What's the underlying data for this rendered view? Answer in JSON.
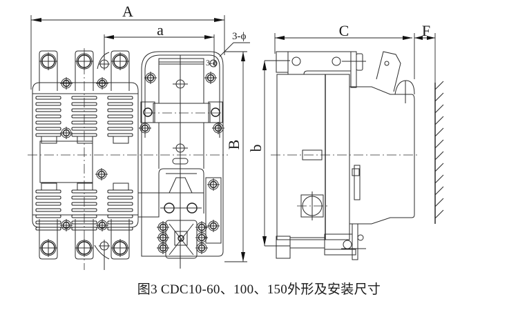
{
  "figure": {
    "caption": "图3 CDC10-60、100、150外形及安装尺寸",
    "subject": "CDC10 contactor outline and mounting dimensions"
  },
  "dimensions": {
    "overall_width": "A",
    "mount_hole_spacing_horizontal": "a",
    "mount_holes": "3-ϕ",
    "mount_holes_inner": "3-ϕ",
    "overall_height": "B",
    "mount_hole_spacing_vertical": "b",
    "depth": "C",
    "clearance": "F"
  },
  "views": {
    "front": "front-view",
    "side": "side-view"
  },
  "colors": {
    "line": "#2a2a2a",
    "background": "#ffffff"
  }
}
